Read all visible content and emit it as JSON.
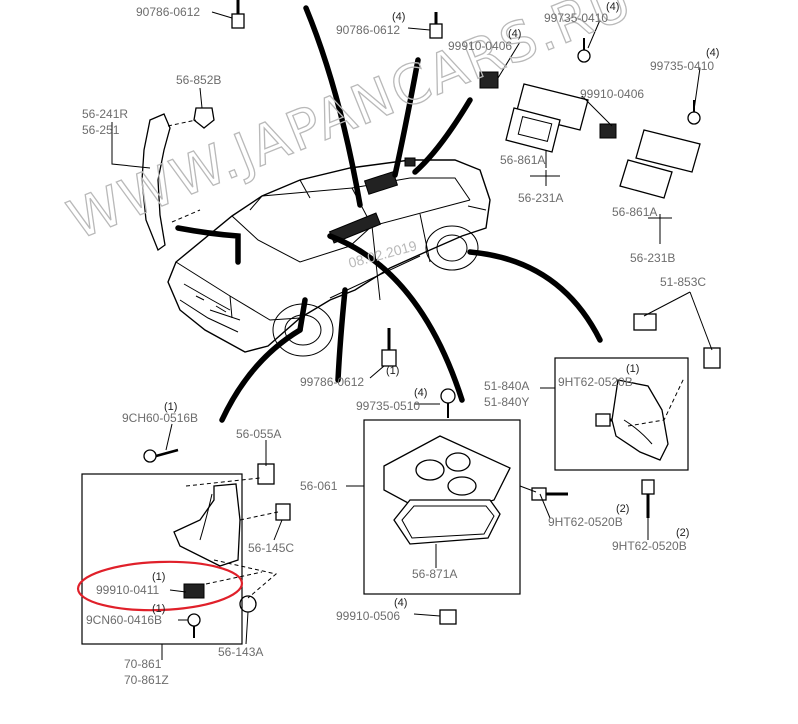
{
  "watermark": {
    "site": "WWW.JAPANCARS.RU",
    "date": "08.02.2019"
  },
  "highlight_color": "#e0202a",
  "labels": {
    "p_90786_top": "90786-0612",
    "p_90786_right": "90786-0612",
    "q_90786_right": "(4)",
    "p_99735_top": "99735-0410",
    "q_99735_top": "(4)",
    "p_99910_0406_a": "99910-0406",
    "q_99910_0406_a": "(4)",
    "p_99910_0406_b": "99910-0406",
    "p_99735_right": "99735-0410",
    "q_99735_right": "(4)",
    "p_56852b": "56-852B",
    "p_56241r": "56-241R",
    "p_56251": "56-251",
    "p_56861a_a": "56-861A",
    "p_56231a": "56-231A",
    "p_56861a_b": "56-861A",
    "p_56231b": "56-231B",
    "p_51853c": "51-853C",
    "p_99786": "99786-0612",
    "q_99786": "(1)",
    "p_99735_0510": "99735-0510",
    "q_99735_0510": "(4)",
    "p_51840a": "51-840A",
    "p_51840y": "51-840Y",
    "p_9ht62_box": "9HT62-0520B",
    "q_9ht62_box": "(1)",
    "p_9ch60": "9CH60-0516B",
    "q_9ch60": "(1)",
    "p_56055a": "56-055A",
    "p_56061": "56-061",
    "p_56145c": "56-145C",
    "p_9ht62_left": "9HT62-0520B",
    "p_9ht62_right": "9HT62-0520B",
    "q_9ht62_right_a": "(2)",
    "q_9ht62_right_b": "(2)",
    "p_99910_0411": "99910-0411",
    "q_99910_0411": "(1)",
    "p_9cn60": "9CN60-0416B",
    "q_9cn60": "(1)",
    "p_56871a": "56-871A",
    "p_99910_0506": "99910-0506",
    "q_99910_0506": "(4)",
    "p_56143a": "56-143A",
    "p_70861": "70-861",
    "p_70861z": "70-861Z"
  }
}
